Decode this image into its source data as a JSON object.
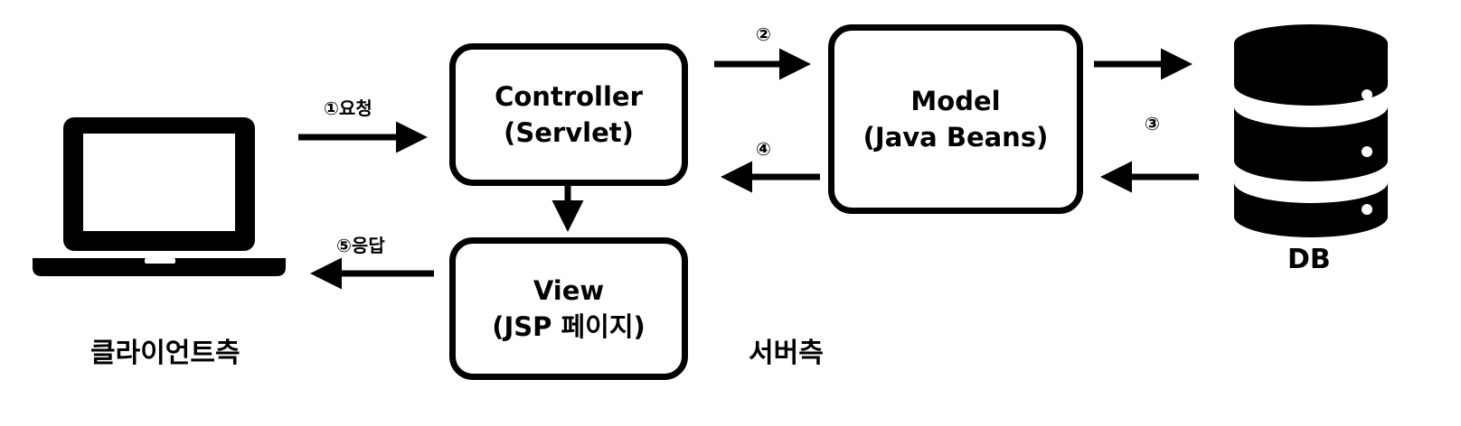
{
  "controller": {
    "line1": "Controller",
    "line2": "(Servlet)"
  },
  "model": {
    "line1": "Model",
    "line2": "(Java Beans)"
  },
  "view": {
    "line1": "View",
    "line2": "(JSP 페이지)"
  },
  "db": {
    "label": "DB"
  },
  "steps": {
    "request": "①요청",
    "step2": "②",
    "step3": "③",
    "step4": "④",
    "response": "⑤응답"
  },
  "sides": {
    "client": "클라이언트측",
    "server": "서버측"
  },
  "colors": {
    "stroke": "#000000",
    "background": "#ffffff"
  },
  "icons": {
    "client": "laptop-icon",
    "db": "database-icon"
  }
}
